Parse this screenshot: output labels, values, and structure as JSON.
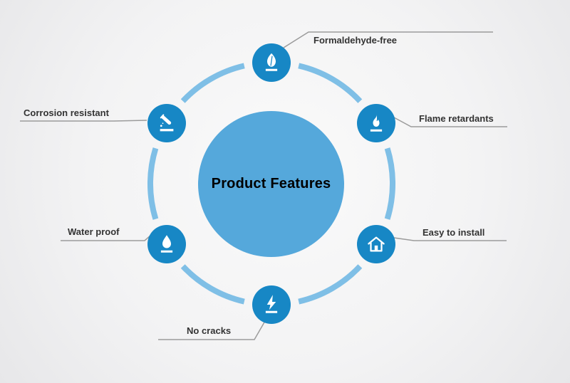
{
  "title": "Product Features",
  "colors": {
    "background": "#f2f2f3",
    "center_circle": "#55a8db",
    "ring": "#7fbfe6",
    "icon_circle": "#1787c5",
    "leader_line": "#9b9b9b",
    "label_text": "#333333",
    "title_text": "#000000"
  },
  "features": [
    {
      "label": "Formaldehyde-free",
      "icon": "leaf-icon",
      "position": "top"
    },
    {
      "label": "Flame retardants",
      "icon": "flame-icon",
      "position": "upper-right"
    },
    {
      "label": "Easy to install",
      "icon": "house-icon",
      "position": "lower-right"
    },
    {
      "label": "No cracks",
      "icon": "lightning-bolt-icon",
      "position": "bottom"
    },
    {
      "label": "Water proof",
      "icon": "water-drop-icon",
      "position": "lower-left"
    },
    {
      "label": "Corrosion resistant",
      "icon": "test-tube-icon",
      "position": "upper-left"
    }
  ]
}
